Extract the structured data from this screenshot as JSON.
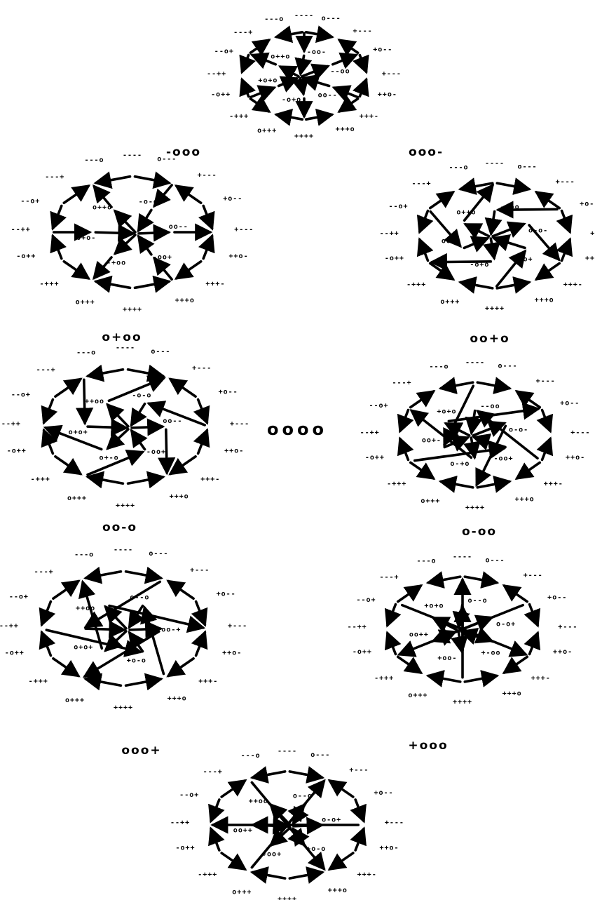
{
  "center_label": "oooo",
  "panels": [
    {
      "caption": "-ooo"
    },
    {
      "caption": "ooo-"
    },
    {
      "caption": "o+oo"
    },
    {
      "caption": "oo+o"
    },
    {
      "caption": "oo-o"
    },
    {
      "caption": "o-oo"
    },
    {
      "caption": "ooo+"
    },
    {
      "caption": "+ooo"
    },
    {
      "caption": ""
    }
  ],
  "outer_vertex_labels": [
    "----",
    "o---",
    "+---",
    "+o--",
    "+---",
    "++o-",
    "+++-",
    "+++o",
    "++++",
    "o+++",
    "-+++",
    "-o++",
    "--++",
    "--o+",
    "---+",
    "---o"
  ],
  "inner_vertex_labels": {
    "p1": [
      "-oo-",
      "--oo",
      "oo--",
      "-o+o",
      "+o+o",
      "o++o"
    ],
    "p2": [
      "-o-o",
      "oo--",
      "-oo+",
      "-+oo",
      "o+o-",
      "o++o"
    ],
    "p3": [
      "--oo",
      "o-o-",
      "-oo+",
      "-o+o",
      "oo+-",
      "o++o"
    ],
    "p4": [
      "-o-o",
      "oo--",
      "-oo+",
      "o+-o",
      "o+o+",
      "++oo"
    ],
    "p5": [
      "--oo",
      "o-o-",
      "-oo+",
      "o-+o",
      "oo+-",
      "+o+o"
    ],
    "p6": [
      "o--o",
      "oo-+",
      "+o-o",
      "o+o+",
      "++oo"
    ],
    "p7": [
      "o--o",
      "o-o+",
      "+-oo",
      "+oo-",
      "oo++",
      "+o+o"
    ],
    "p8": [
      "o--o",
      "o-o+",
      "+o-o",
      "+oo+",
      "oo++",
      "++oo"
    ]
  }
}
